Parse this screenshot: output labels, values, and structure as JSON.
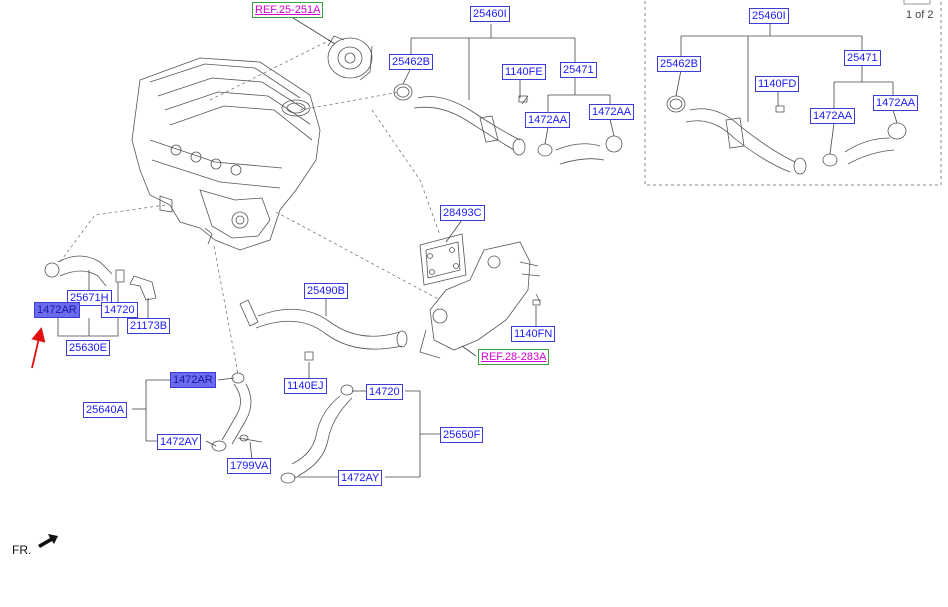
{
  "page_indicator": "1 of 2",
  "fr_label": "FR.",
  "refs": {
    "r1": "REF.25-251A",
    "r2": "REF.28-283A"
  },
  "parts": {
    "p25460I_a": "25460I",
    "p25462B_a": "25462B",
    "p1140FE": "1140FE",
    "p25471_a": "25471",
    "p1472AA_a": "1472AA",
    "p1472AA_b": "1472AA",
    "p25460I_b": "25460I",
    "p25462B_b": "25462B",
    "p1140FD": "1140FD",
    "p25471_b": "25471",
    "p1472AA_c": "1472AA",
    "p1472AA_d": "1472AA",
    "p28493C": "28493C",
    "p25490B": "25490B",
    "p1140FN": "1140FN",
    "p25671H": "25671H",
    "p1472AR_a": "1472AR",
    "p14720_a": "14720",
    "p21173B": "21173B",
    "p25630E": "25630E",
    "p1472AR_b": "1472AR",
    "p25640A": "25640A",
    "p1472AY_a": "1472AY",
    "p1799VA": "1799VA",
    "p1140EJ": "1140EJ",
    "p14720_b": "14720",
    "p25650F": "25650F",
    "p1472AY_b": "1472AY"
  },
  "colors": {
    "label_text": "#1a1aff",
    "label_border": "#3b3bd6",
    "highlight_fill": "#6b6bf2",
    "ref_text": "#d400d4",
    "ref_border": "#3aa03a",
    "pointer_arrow": "#e01010",
    "drawing": "#555555"
  }
}
